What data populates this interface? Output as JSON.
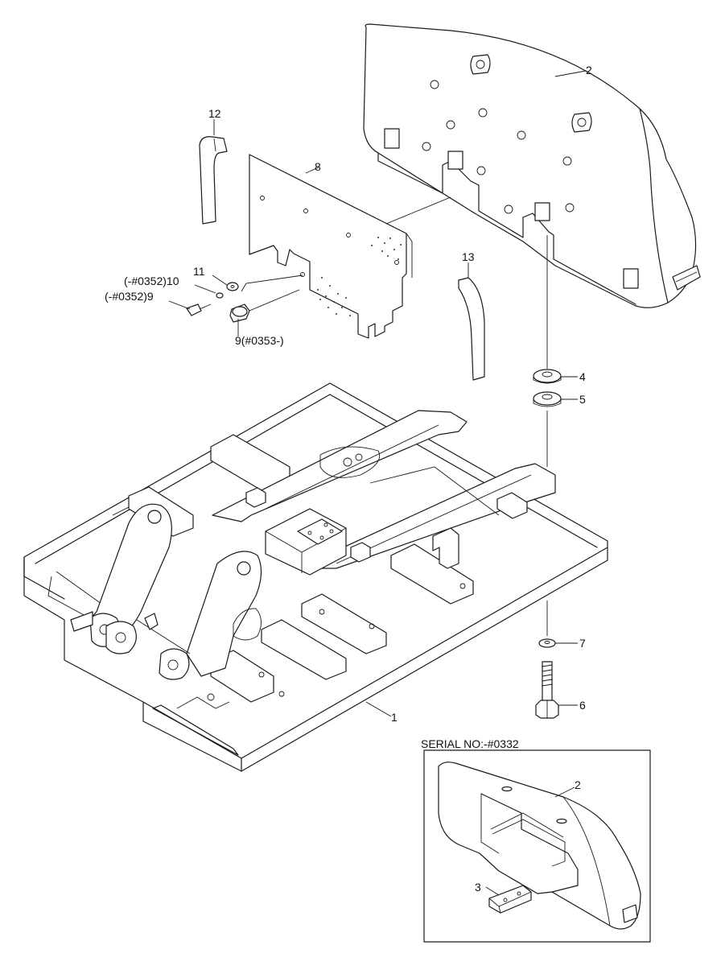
{
  "inset": {
    "title": "SERIAL NO:-#0332"
  },
  "callouts": {
    "c1": "1",
    "c2": "2",
    "c4": "4",
    "c5": "5",
    "c6": "6",
    "c7": "7",
    "c8": "8",
    "c9a": "(-#0352)9",
    "c9b": "9(#0353-)",
    "c10": "(-#0352)10",
    "c11": "11",
    "c12": "12",
    "c13": "13",
    "inset2": "2",
    "inset3": "3"
  }
}
